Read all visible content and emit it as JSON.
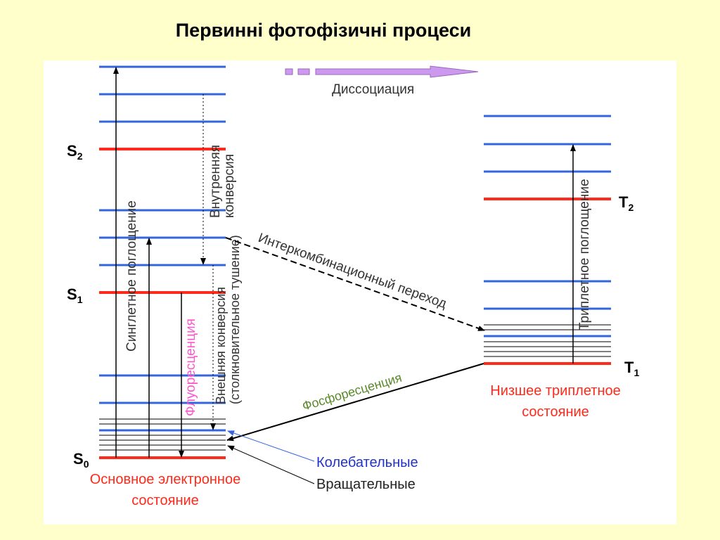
{
  "title": "Первинні фотофізичні процеси",
  "colors": {
    "background": "#ffffcc",
    "electronic_level": "#ff2a1a",
    "vibrational_level": "#3366dd",
    "rotational_level": "#000000",
    "fluorescence": "#ff55cc",
    "phosphorescence": "#5a8a2a",
    "dissociation_arrow": "#cc99ee",
    "state_caption": "#ff2a1a",
    "vibrational_caption": "#2233cc"
  },
  "states": {
    "s0": {
      "label": "S",
      "sub": "0"
    },
    "s1": {
      "label": "S",
      "sub": "1"
    },
    "s2": {
      "label": "S",
      "sub": "2"
    },
    "t1": {
      "label": "T",
      "sub": "1"
    },
    "t2": {
      "label": "T",
      "sub": "2"
    }
  },
  "processes": {
    "dissociation": "Диссоциация",
    "internal_conversion": [
      "Внутренняя",
      "конверсия"
    ],
    "singlet_absorption": "Синглетное поглощение",
    "fluorescence": "Флуоресценция",
    "external_conversion": [
      "Внешняя конверсия",
      "(столкновительное тушение)"
    ],
    "intersystem_crossing": "Интеркомбинационный переход",
    "phosphorescence": "Фосфоресценция",
    "triplet_absorption": "Триплетное поглощение"
  },
  "captions": {
    "ground_state": [
      "Основное электронное",
      "состояние"
    ],
    "lowest_triplet": [
      "Низшее триплетное",
      "состояние"
    ],
    "vibrational": "Колебательные",
    "rotational": "Вращательные"
  }
}
